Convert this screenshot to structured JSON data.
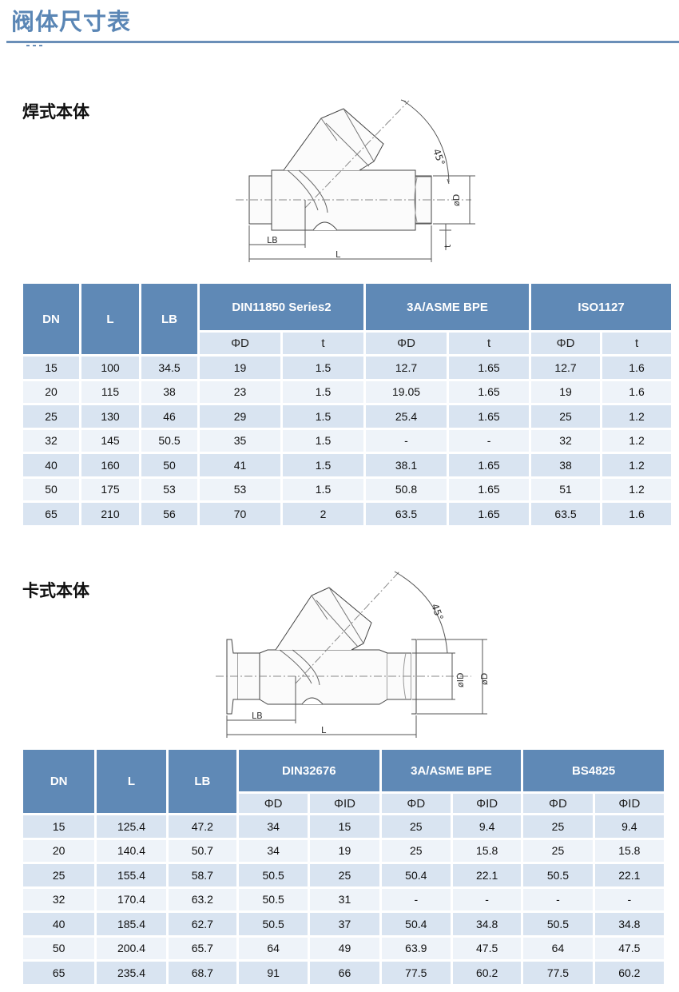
{
  "page_title": "阀体尺寸表",
  "weld": {
    "title": "焊式本体",
    "drawing": {
      "angle": "45°",
      "d": "øD",
      "t": "t",
      "lb": "LB",
      "l": "L"
    },
    "headers": {
      "dn": "DN",
      "l": "L",
      "lb": "LB"
    },
    "groups": [
      {
        "name": "DIN11850  Series2",
        "cols": [
          "ΦD",
          "t"
        ]
      },
      {
        "name": "3A/ASME BPE",
        "cols": [
          "ΦD",
          "t"
        ]
      },
      {
        "name": "ISO1127",
        "cols": [
          "ΦD",
          "t"
        ]
      }
    ],
    "rows": [
      [
        "15",
        "100",
        "34.5",
        "19",
        "1.5",
        "12.7",
        "1.65",
        "12.7",
        "1.6"
      ],
      [
        "20",
        "115",
        "38",
        "23",
        "1.5",
        "19.05",
        "1.65",
        "19",
        "1.6"
      ],
      [
        "25",
        "130",
        "46",
        "29",
        "1.5",
        "25.4",
        "1.65",
        "25",
        "1.2"
      ],
      [
        "32",
        "145",
        "50.5",
        "35",
        "1.5",
        "-",
        "-",
        "32",
        "1.2"
      ],
      [
        "40",
        "160",
        "50",
        "41",
        "1.5",
        "38.1",
        "1.65",
        "38",
        "1.2"
      ],
      [
        "50",
        "175",
        "53",
        "53",
        "1.5",
        "50.8",
        "1.65",
        "51",
        "1.2"
      ],
      [
        "65",
        "210",
        "56",
        "70",
        "2",
        "63.5",
        "1.65",
        "63.5",
        "1.6"
      ]
    ]
  },
  "clamp": {
    "title": "卡式本体",
    "drawing": {
      "angle": "45°",
      "id": "øID",
      "d": "øD",
      "lb": "LB",
      "l": "L"
    },
    "headers": {
      "dn": "DN",
      "l": "L",
      "lb": "LB"
    },
    "groups": [
      {
        "name": "DIN32676",
        "cols": [
          "ΦD",
          "ΦID"
        ]
      },
      {
        "name": "3A/ASME BPE",
        "cols": [
          "ΦD",
          "ΦID"
        ]
      },
      {
        "name": "BS4825",
        "cols": [
          "ΦD",
          "ΦID"
        ]
      }
    ],
    "rows": [
      [
        "15",
        "125.4",
        "47.2",
        "34",
        "15",
        "25",
        "9.4",
        "25",
        "9.4"
      ],
      [
        "20",
        "140.4",
        "50.7",
        "34",
        "19",
        "25",
        "15.8",
        "25",
        "15.8"
      ],
      [
        "25",
        "155.4",
        "58.7",
        "50.5",
        "25",
        "50.4",
        "22.1",
        "50.5",
        "22.1"
      ],
      [
        "32",
        "170.4",
        "63.2",
        "50.5",
        "31",
        "-",
        "-",
        "-",
        "-"
      ],
      [
        "40",
        "185.4",
        "62.7",
        "50.5",
        "37",
        "50.4",
        "34.8",
        "50.5",
        "34.8"
      ],
      [
        "50",
        "200.4",
        "65.7",
        "64",
        "49",
        "63.9",
        "47.5",
        "64",
        "47.5"
      ],
      [
        "65",
        "235.4",
        "68.7",
        "91",
        "66",
        "77.5",
        "60.2",
        "77.5",
        "60.2"
      ]
    ]
  }
}
